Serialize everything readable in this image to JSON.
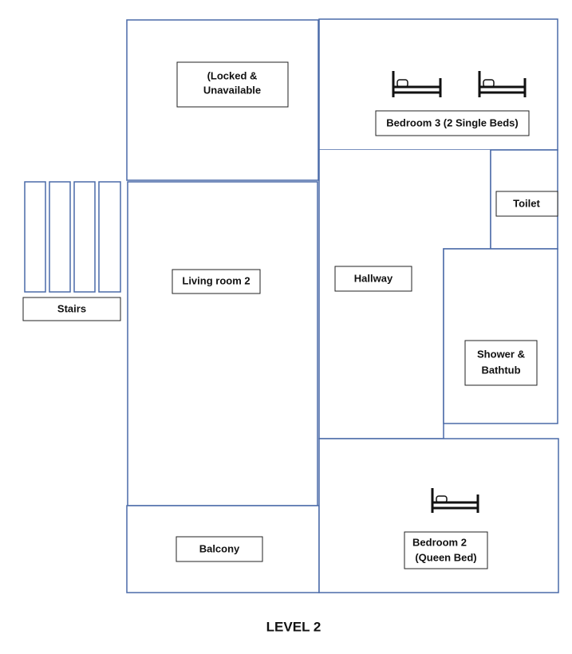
{
  "plan_title": "LEVEL 2",
  "colors": {
    "walls": "#4a6aa8",
    "label_border": "#222222",
    "text": "#111111",
    "background": "#ffffff"
  },
  "rooms": {
    "locked": {
      "label_lines": [
        "(Locked &",
        "Unavailable"
      ]
    },
    "bedroom3": {
      "label": "Bedroom 3 (2 Single Beds)",
      "bed_count": 2
    },
    "stairs": {
      "label": "Stairs",
      "flight_count": 4
    },
    "living_room": {
      "label": "Living room 2"
    },
    "hallway": {
      "label": "Hallway"
    },
    "toilet": {
      "label": "Toilet"
    },
    "bath": {
      "label_lines": [
        "Shower &",
        "Bathtub"
      ]
    },
    "balcony": {
      "label": "Balcony"
    },
    "bedroom2": {
      "label_lines": [
        "Bedroom 2",
        "(Queen Bed)"
      ],
      "bed_count": 1
    }
  },
  "icons": {
    "bed": "bed-icon"
  }
}
